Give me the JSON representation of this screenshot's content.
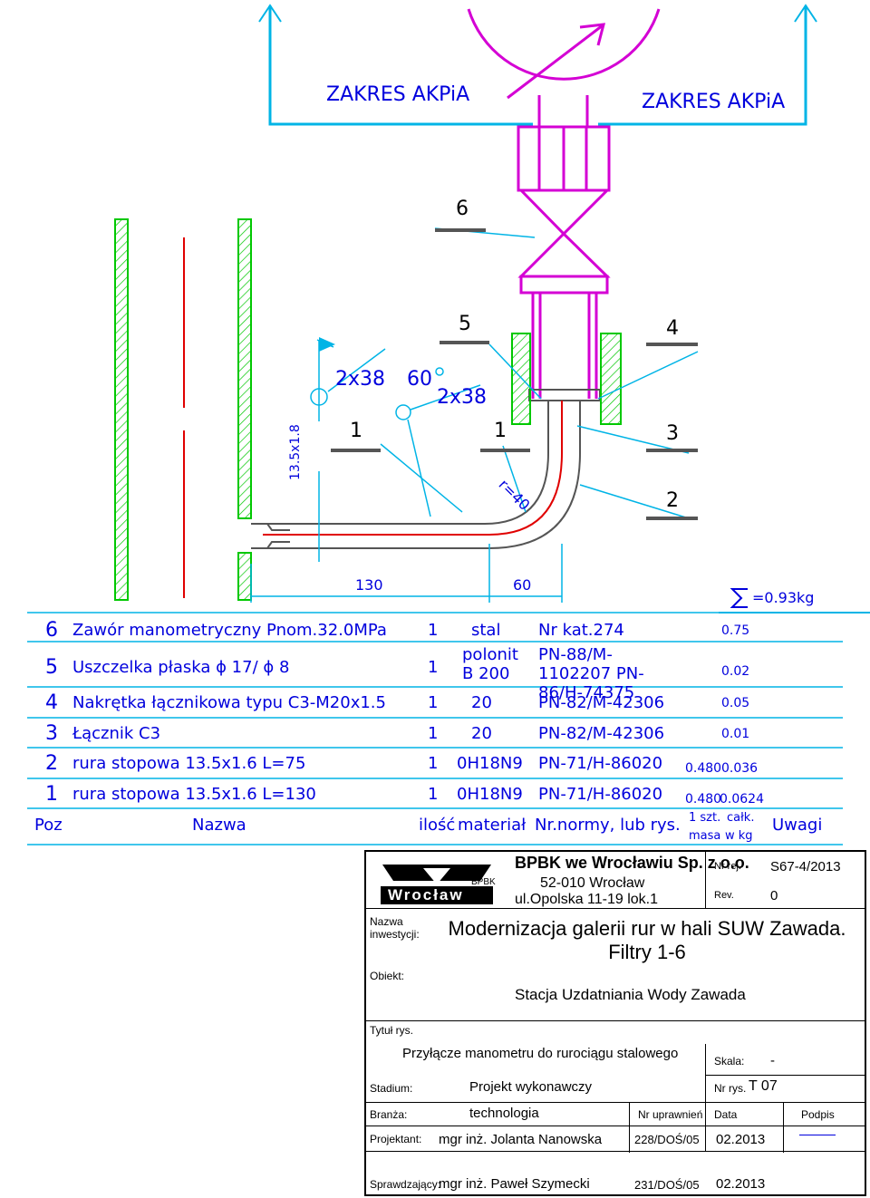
{
  "drawing": {
    "zakres_left": "ZAKRES AKPiA",
    "zakres_right": "ZAKRES AKPiA",
    "dim_2x38_a": "2x38",
    "dim_60": "60",
    "dim_2x38_b": "2x38",
    "dim_pipe": "13.5x1.8",
    "dim_radius": "r=40",
    "dim_130": "130",
    "dim_60_bottom": "60",
    "callouts": [
      "6",
      "5",
      "4",
      "1",
      "1",
      "3",
      "2"
    ],
    "mass_total": "=0.93kg"
  },
  "bom": {
    "rows": [
      {
        "poz": "6",
        "nazwa": "Zawór manometryczny Pnom.32.0MPa",
        "ilosc": "1",
        "material": "stal",
        "normy": "Nr kat.274",
        "masa_szt": "",
        "masa_calk": "0.75"
      },
      {
        "poz": "5",
        "nazwa": "Uszczelka płaska ϕ 17/ ϕ 8",
        "ilosc": "1",
        "material": "polonit B 200",
        "normy": "PN-88/M-1102207 PN-86/H-74375",
        "masa_szt": "",
        "masa_calk": "0.02"
      },
      {
        "poz": "4",
        "nazwa": "Nakrętka łącznikowa typu C3-M20x1.5",
        "ilosc": "1",
        "material": "20",
        "normy": "PN-82/M-42306",
        "masa_szt": "",
        "masa_calk": "0.05"
      },
      {
        "poz": "3",
        "nazwa": "Łącznik C3",
        "ilosc": "1",
        "material": "20",
        "normy": "PN-82/M-42306",
        "masa_szt": "",
        "masa_calk": "0.01"
      },
      {
        "poz": "2",
        "nazwa": "rura stopowa 13.5x1.6 L=75",
        "ilosc": "1",
        "material": "0H18N9",
        "normy": "PN-71/H-86020",
        "masa_szt": "0.480",
        "masa_calk": "0.036"
      },
      {
        "poz": "1",
        "nazwa": "rura stopowa 13.5x1.6 L=130",
        "ilosc": "1",
        "material": "0H18N9",
        "normy": "PN-71/H-86020",
        "masa_szt": "0.480",
        "masa_calk": "0.0624"
      }
    ],
    "header": {
      "poz": "Poz",
      "nazwa": "Nazwa",
      "ilosc": "ilość",
      "material": "materiał",
      "normy": "Nr.normy, lub rys.",
      "szt": "1 szt.",
      "calk": "całk.",
      "masa": "masa",
      "wkg": "w kg",
      "uwagi": "Uwagi"
    }
  },
  "titleblock": {
    "logo_text": "Wrocław",
    "logo_small": "BPBK",
    "company": "BPBK we Wrocławiu Sp. z o.o.",
    "address1": "52-010 Wrocław",
    "address2": "ul.Opolska 11-19 lok.1",
    "nr_rej_label": "Nr rej.",
    "nr_rej": "S67-4/2013",
    "rev_label": "Rev.",
    "rev": "0",
    "inwestycja_label": "Nazwa inwestycji:",
    "inwestycja": "Modernizacja galerii rur w hali SUW Zawada. Filtry 1-6",
    "obiekt_label": "Obiekt:",
    "obiekt": "Stacja Uzdatniania Wody Zawada",
    "tytul_label": "Tytuł rys.",
    "tytul": "Przyłącze manometru do rurociągu stalowego",
    "skala_label": "Skala:",
    "skala": "-",
    "stadium_label": "Stadium:",
    "stadium": "Projekt wykonawczy",
    "nr_rys_label": "Nr rys.",
    "nr_rys": "T 07",
    "branza_label": "Branża:",
    "branza": "technologia",
    "nr_upr_label": "Nr uprawnień",
    "data_label": "Data",
    "podpis_label": "Podpis",
    "projektant_label": "Projektant:",
    "projektant": "mgr inż. Jolanta Nanowska",
    "projektant_upr": "228/DOŚ/05",
    "projektant_data": "02.2013",
    "sprawdzajacy_label": "Sprawdzający:",
    "sprawdzajacy": "mgr inż. Paweł Szymecki",
    "sprawdzajacy_upr": "231/DOŚ/05",
    "sprawdzajacy_data": "02.2013"
  },
  "colors": {
    "cyan": "#00b4e6",
    "green": "#00c800",
    "red": "#e00000",
    "magenta": "#d400d4",
    "blue": "#0000dd",
    "grey": "#555555"
  }
}
